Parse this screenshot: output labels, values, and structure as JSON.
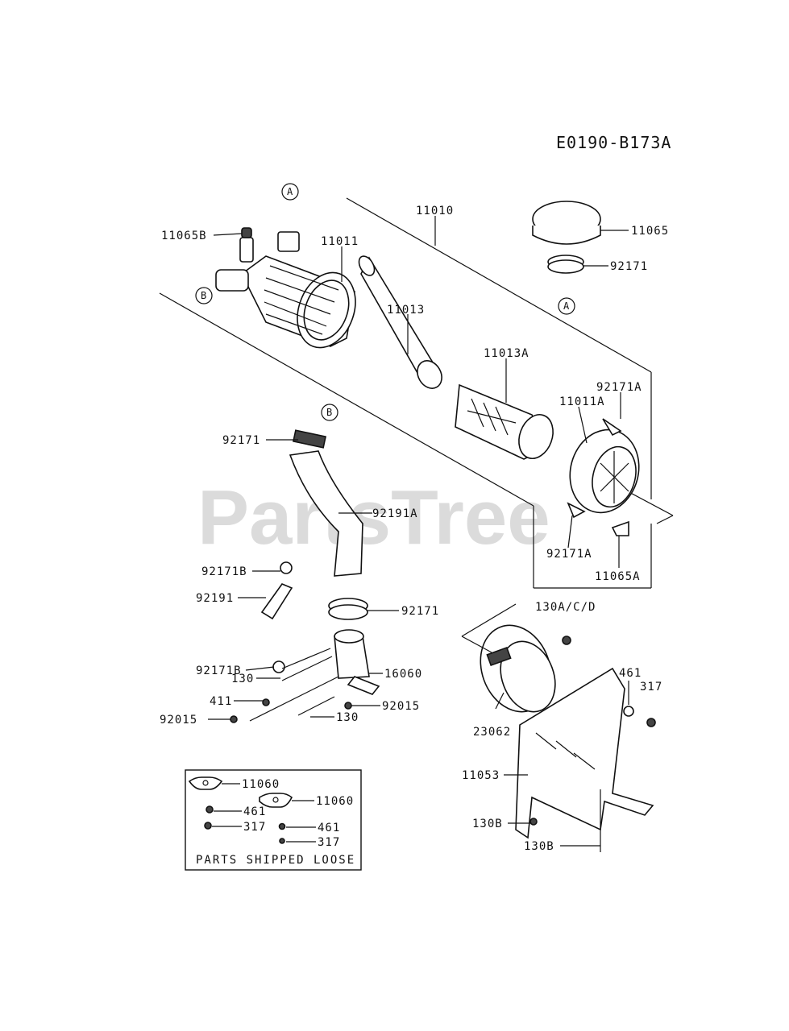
{
  "drawing_code": "E0190-B173A",
  "watermark": "PartsTree",
  "reference_markers": {
    "a": "A",
    "b": "B"
  },
  "labels": {
    "p11065B": "11065B",
    "p11011": "11011",
    "p11010": "11010",
    "p11065": "11065",
    "p92171_top": "92171",
    "p11013": "11013",
    "p11013A": "11013A",
    "p92171A": "92171A",
    "p11011A": "11011A",
    "p92171_hose": "92171",
    "p92191A": "92191A",
    "p92171A_low": "92171A",
    "p11065A": "11065A",
    "p92171B_1": "92171B",
    "p92191": "92191",
    "p92171_clamp": "92171",
    "p92171B_2": "92171B",
    "p130A": "130A/C/D",
    "p130_1": "130",
    "p16060": "16060",
    "p411": "411",
    "p92015_1": "92015",
    "p92015_2": "92015",
    "p130_2": "130",
    "p461": "461",
    "p317": "317",
    "p23062": "23062",
    "p11053": "11053",
    "p130B_1": "130B",
    "p130B_2": "130B"
  },
  "loose_box": {
    "title": "PARTS SHIPPED LOOSE",
    "p11060_1": "11060",
    "p11060_2": "11060",
    "p461_1": "461",
    "p317_1": "317",
    "p461_2": "461",
    "p317_2": "317"
  }
}
